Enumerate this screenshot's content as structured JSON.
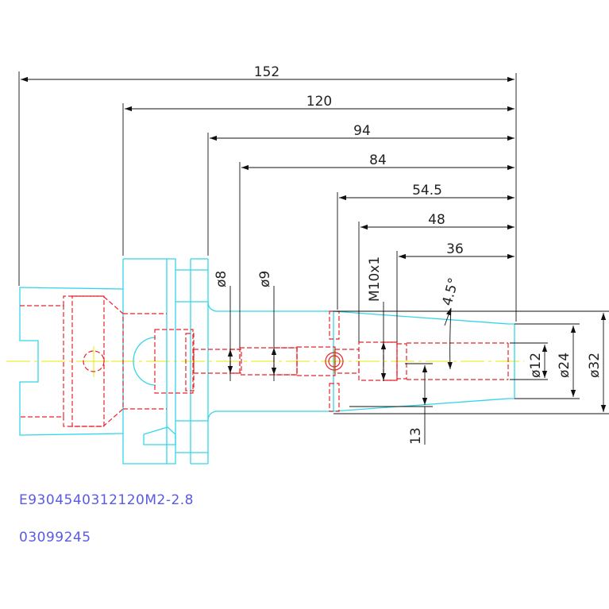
{
  "colors": {
    "background": "#ffffff",
    "outline": "#33d6e8",
    "hidden": "#e8242c",
    "centerline": "#e8e800",
    "dimension": "#111111",
    "label": "#5a5ae6"
  },
  "dimensions": {
    "d152": "152",
    "d120": "120",
    "d94": "94",
    "d84": "84",
    "d54_5": "54.5",
    "d48": "48",
    "d36": "36",
    "thread": "M10x1",
    "phi8": "ø8",
    "phi9": "ø9",
    "taper": "4.5°",
    "phi12": "ø12",
    "phi24": "ø24",
    "phi32": "ø32",
    "d13": "13"
  },
  "labels": {
    "part_number": "E9304540312120M2-2.8",
    "order_number": "03099245"
  }
}
